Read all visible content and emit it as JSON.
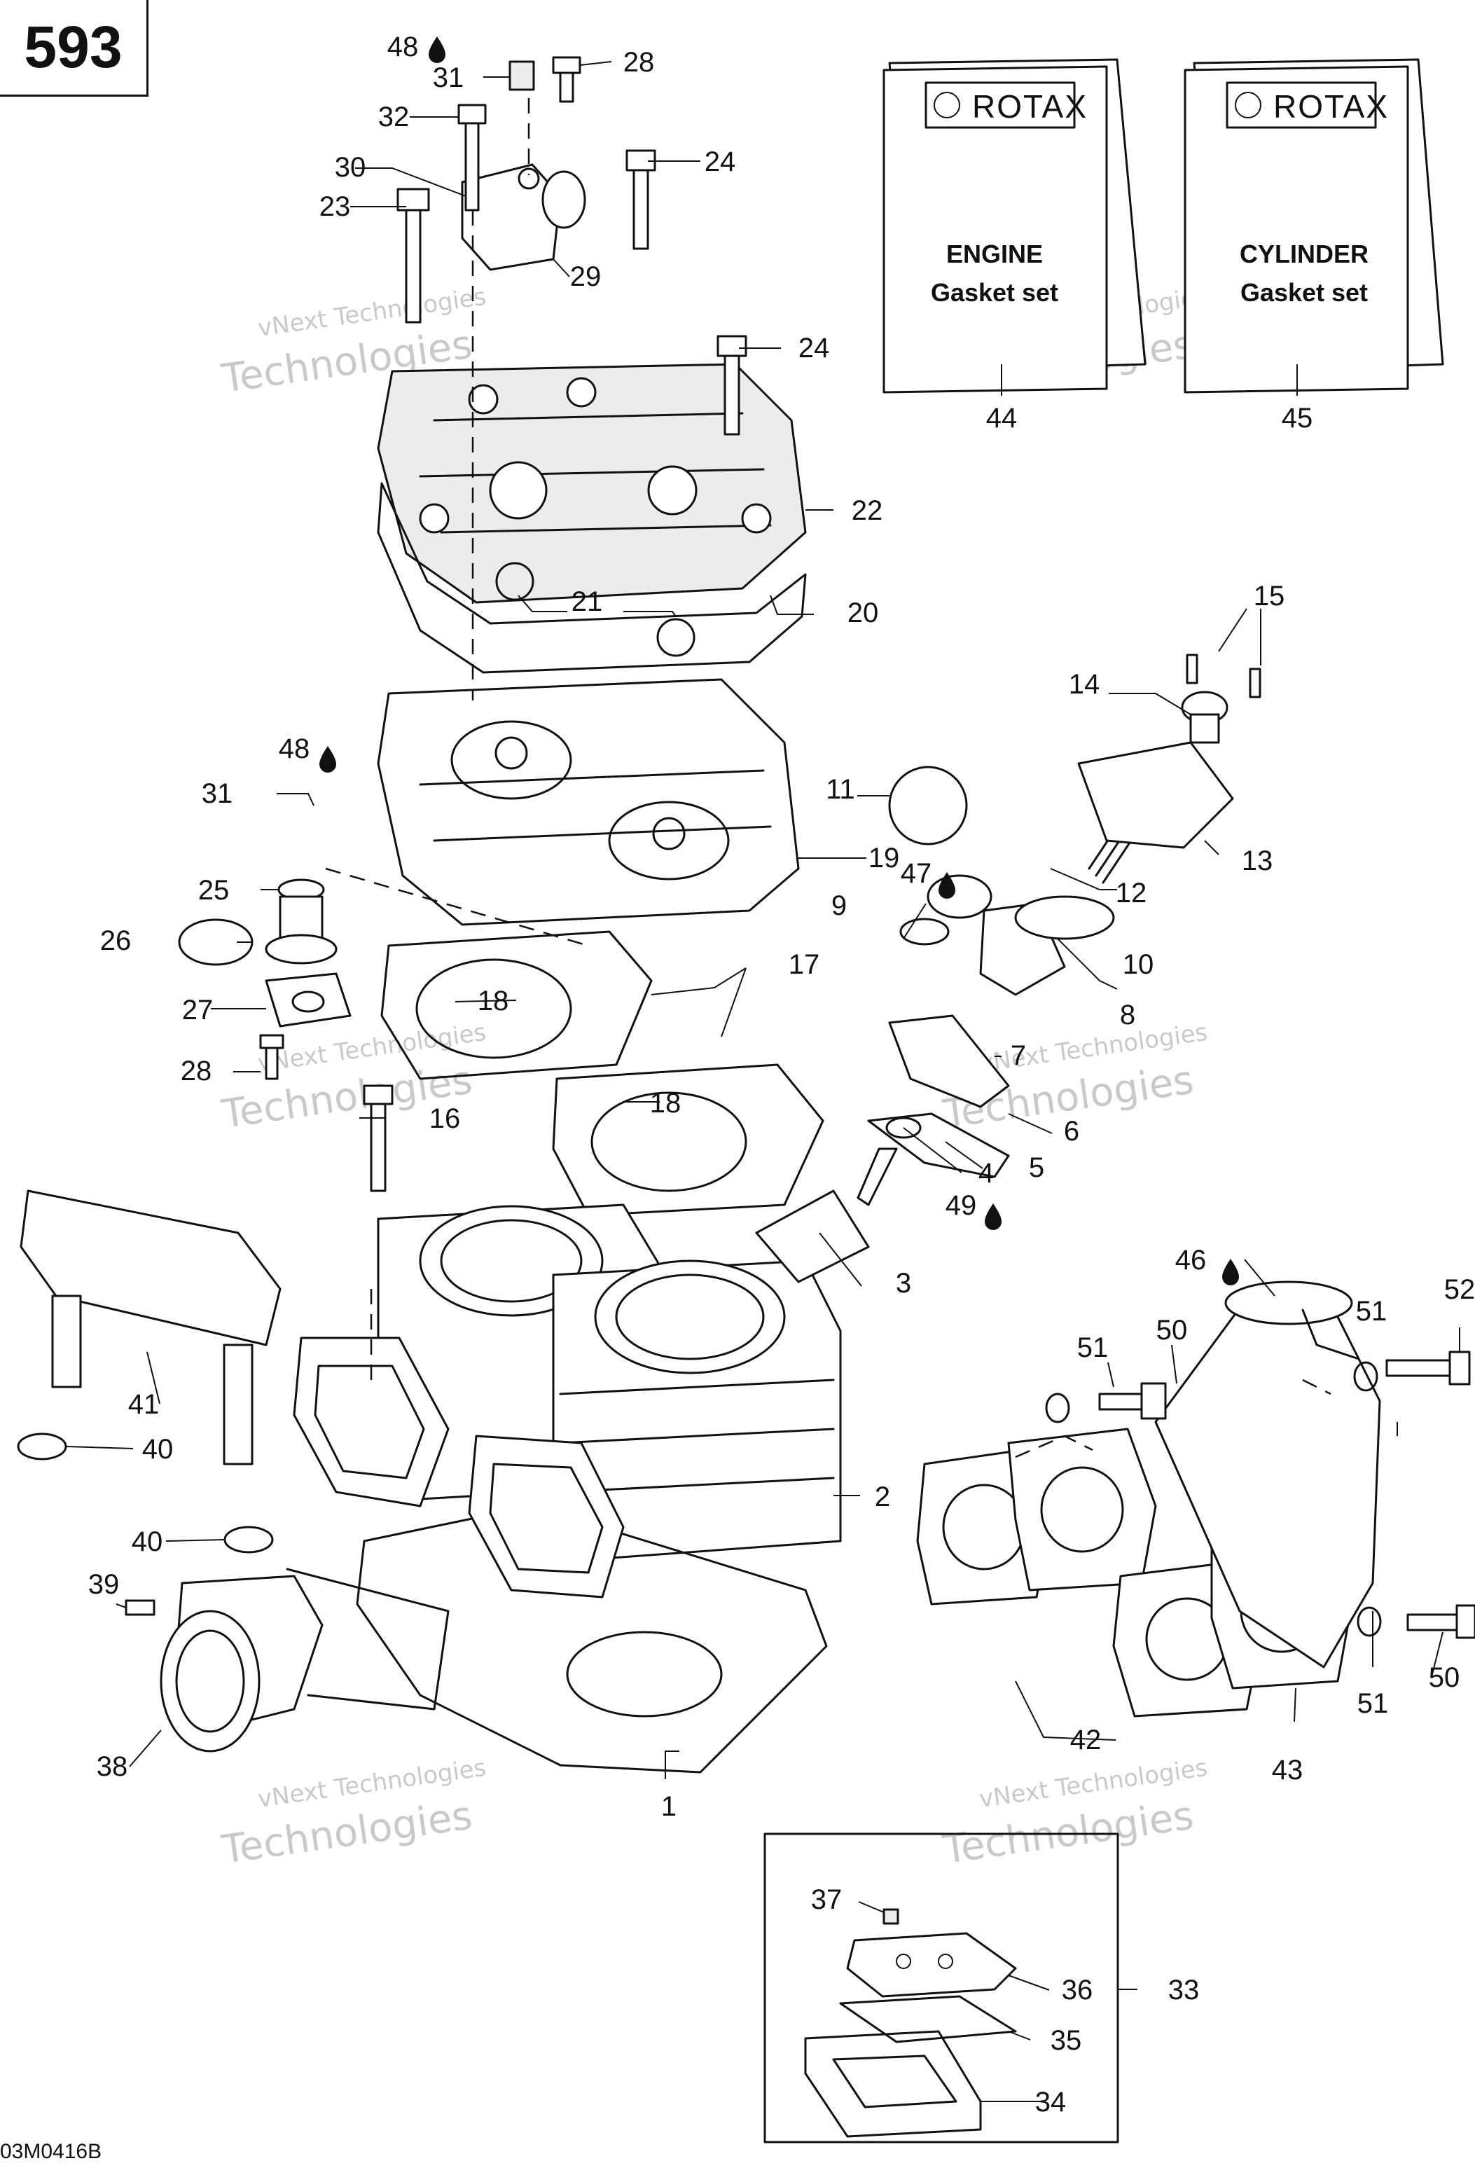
{
  "page_number": "593",
  "figure_code": "03M0416B",
  "watermark": {
    "line1": "vNext Technologies",
    "line2": "Technologies"
  },
  "kits": [
    {
      "brand": "ROTAX",
      "line1": "ENGINE",
      "line2": "Gasket set",
      "ref": "44"
    },
    {
      "brand": "ROTAX",
      "line1": "CYLINDER",
      "line2": "Gasket set",
      "ref": "45"
    }
  ],
  "callouts": [
    "1",
    "2",
    "3",
    "4",
    "5",
    "6",
    "7",
    "8",
    "9",
    "10",
    "11",
    "12",
    "13",
    "14",
    "15",
    "16",
    "17",
    "18",
    "18",
    "19",
    "20",
    "21",
    "22",
    "23",
    "24",
    "24",
    "25",
    "26",
    "27",
    "28",
    "28",
    "29",
    "30",
    "31",
    "31",
    "32",
    "33",
    "34",
    "35",
    "36",
    "37",
    "38",
    "39",
    "40",
    "40",
    "41",
    "42",
    "43",
    "46",
    "47",
    "48",
    "48",
    "49",
    "50",
    "50",
    "51",
    "51",
    "51",
    "52"
  ]
}
